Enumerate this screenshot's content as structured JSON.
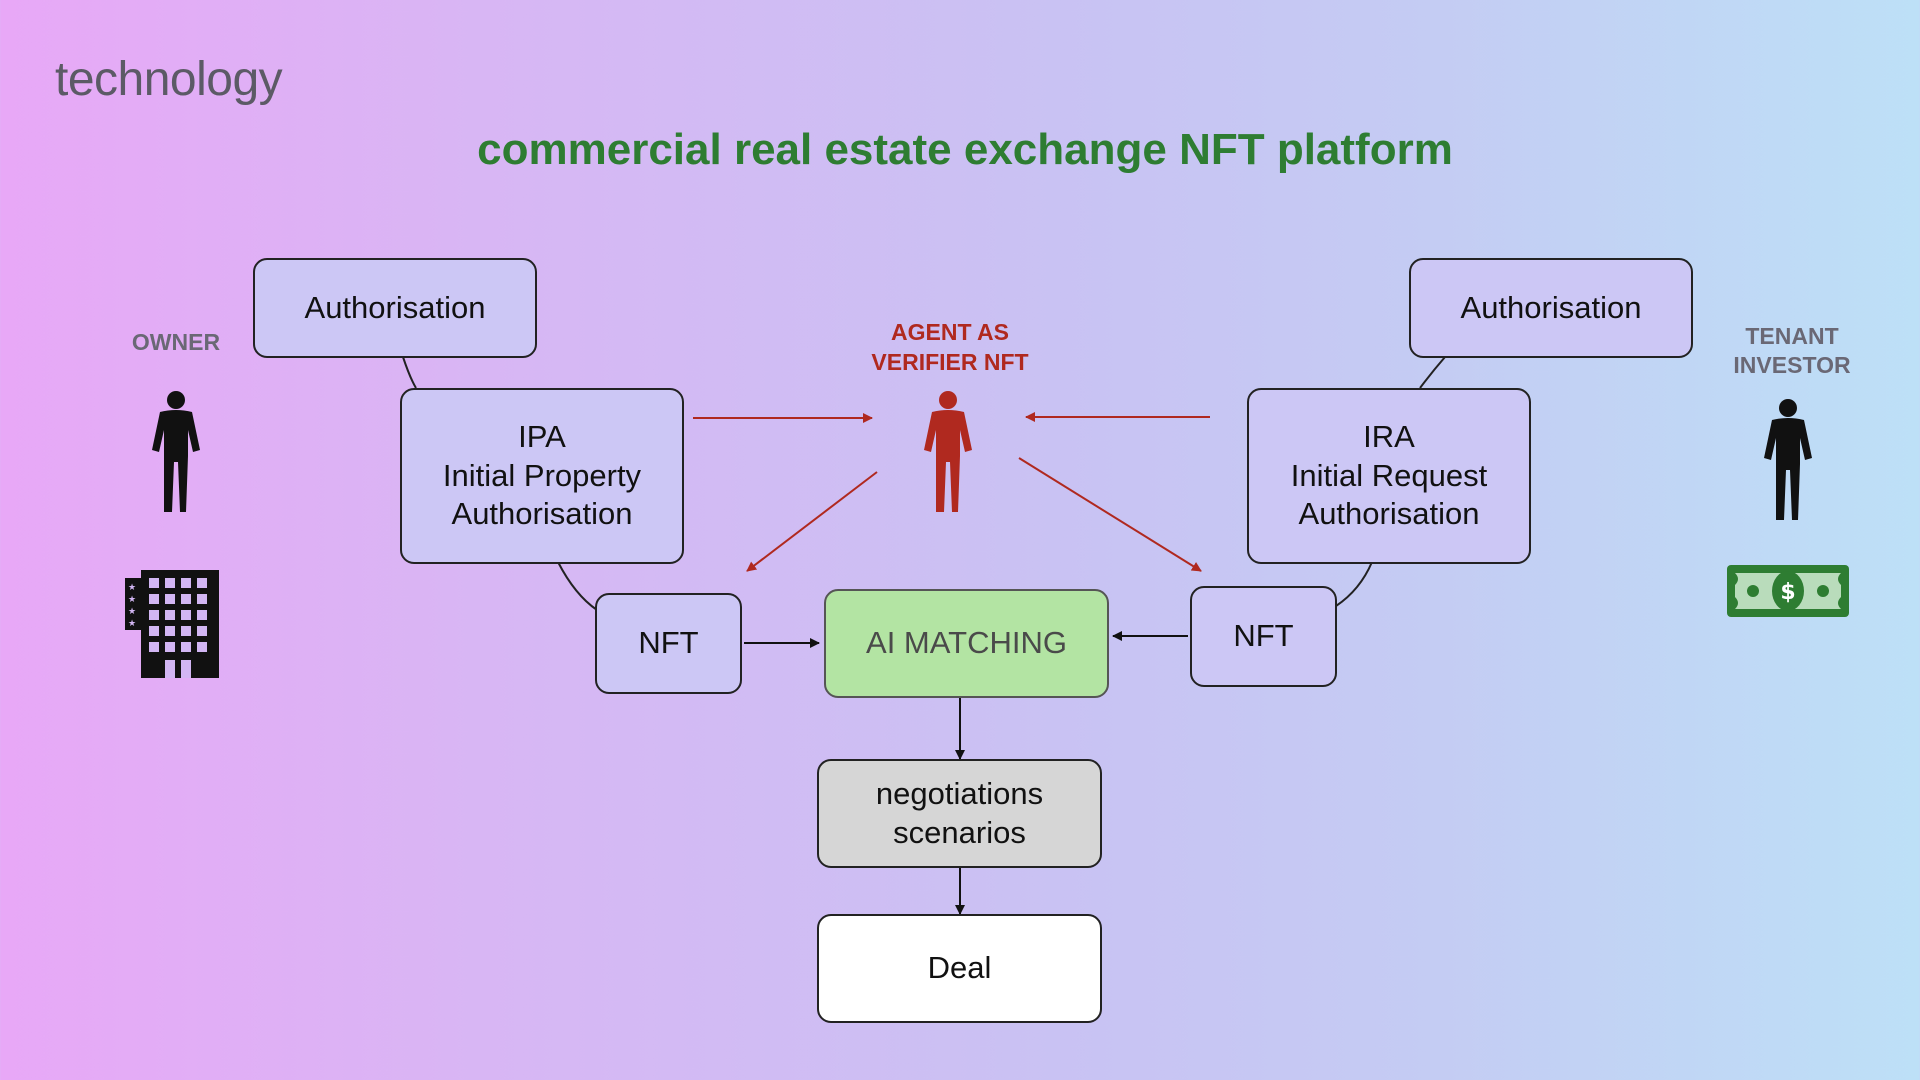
{
  "page": {
    "section_label": "technology",
    "title": "commercial real estate exchange NFT platform"
  },
  "roles": {
    "owner": "OWNER",
    "tenant_line1": "TENANT",
    "tenant_line2": "INVESTOR",
    "agent_line1": "AGENT AS",
    "agent_line2": "VERIFIER NFT"
  },
  "boxes": {
    "auth_left": "Authorisation",
    "auth_right": "Authorisation",
    "ipa": [
      "IPA",
      "Initial Property",
      "Authorisation"
    ],
    "ira": [
      "IRA",
      "Initial Request",
      "Authorisation"
    ],
    "nft_left": "NFT",
    "nft_right": "NFT",
    "ai_matching": "AI MATCHING",
    "negotiations": [
      "negotiations",
      "scenarios"
    ],
    "deal": "Deal"
  },
  "icons": {
    "owner_person": "person-silhouette-icon",
    "owner_building": "office-building-icon",
    "agent_person": "person-silhouette-icon",
    "tenant_person": "person-silhouette-icon",
    "tenant_money": "dollar-bill-icon"
  },
  "colors": {
    "title": "#2e7d32",
    "agent": "#b0291f",
    "ai_matching_fill": "#b3e4a3",
    "negotiations_fill": "#d6d6d6",
    "deal_fill": "#ffffff",
    "box_fill": "#ccc7f5",
    "money": "#2e7d32"
  }
}
